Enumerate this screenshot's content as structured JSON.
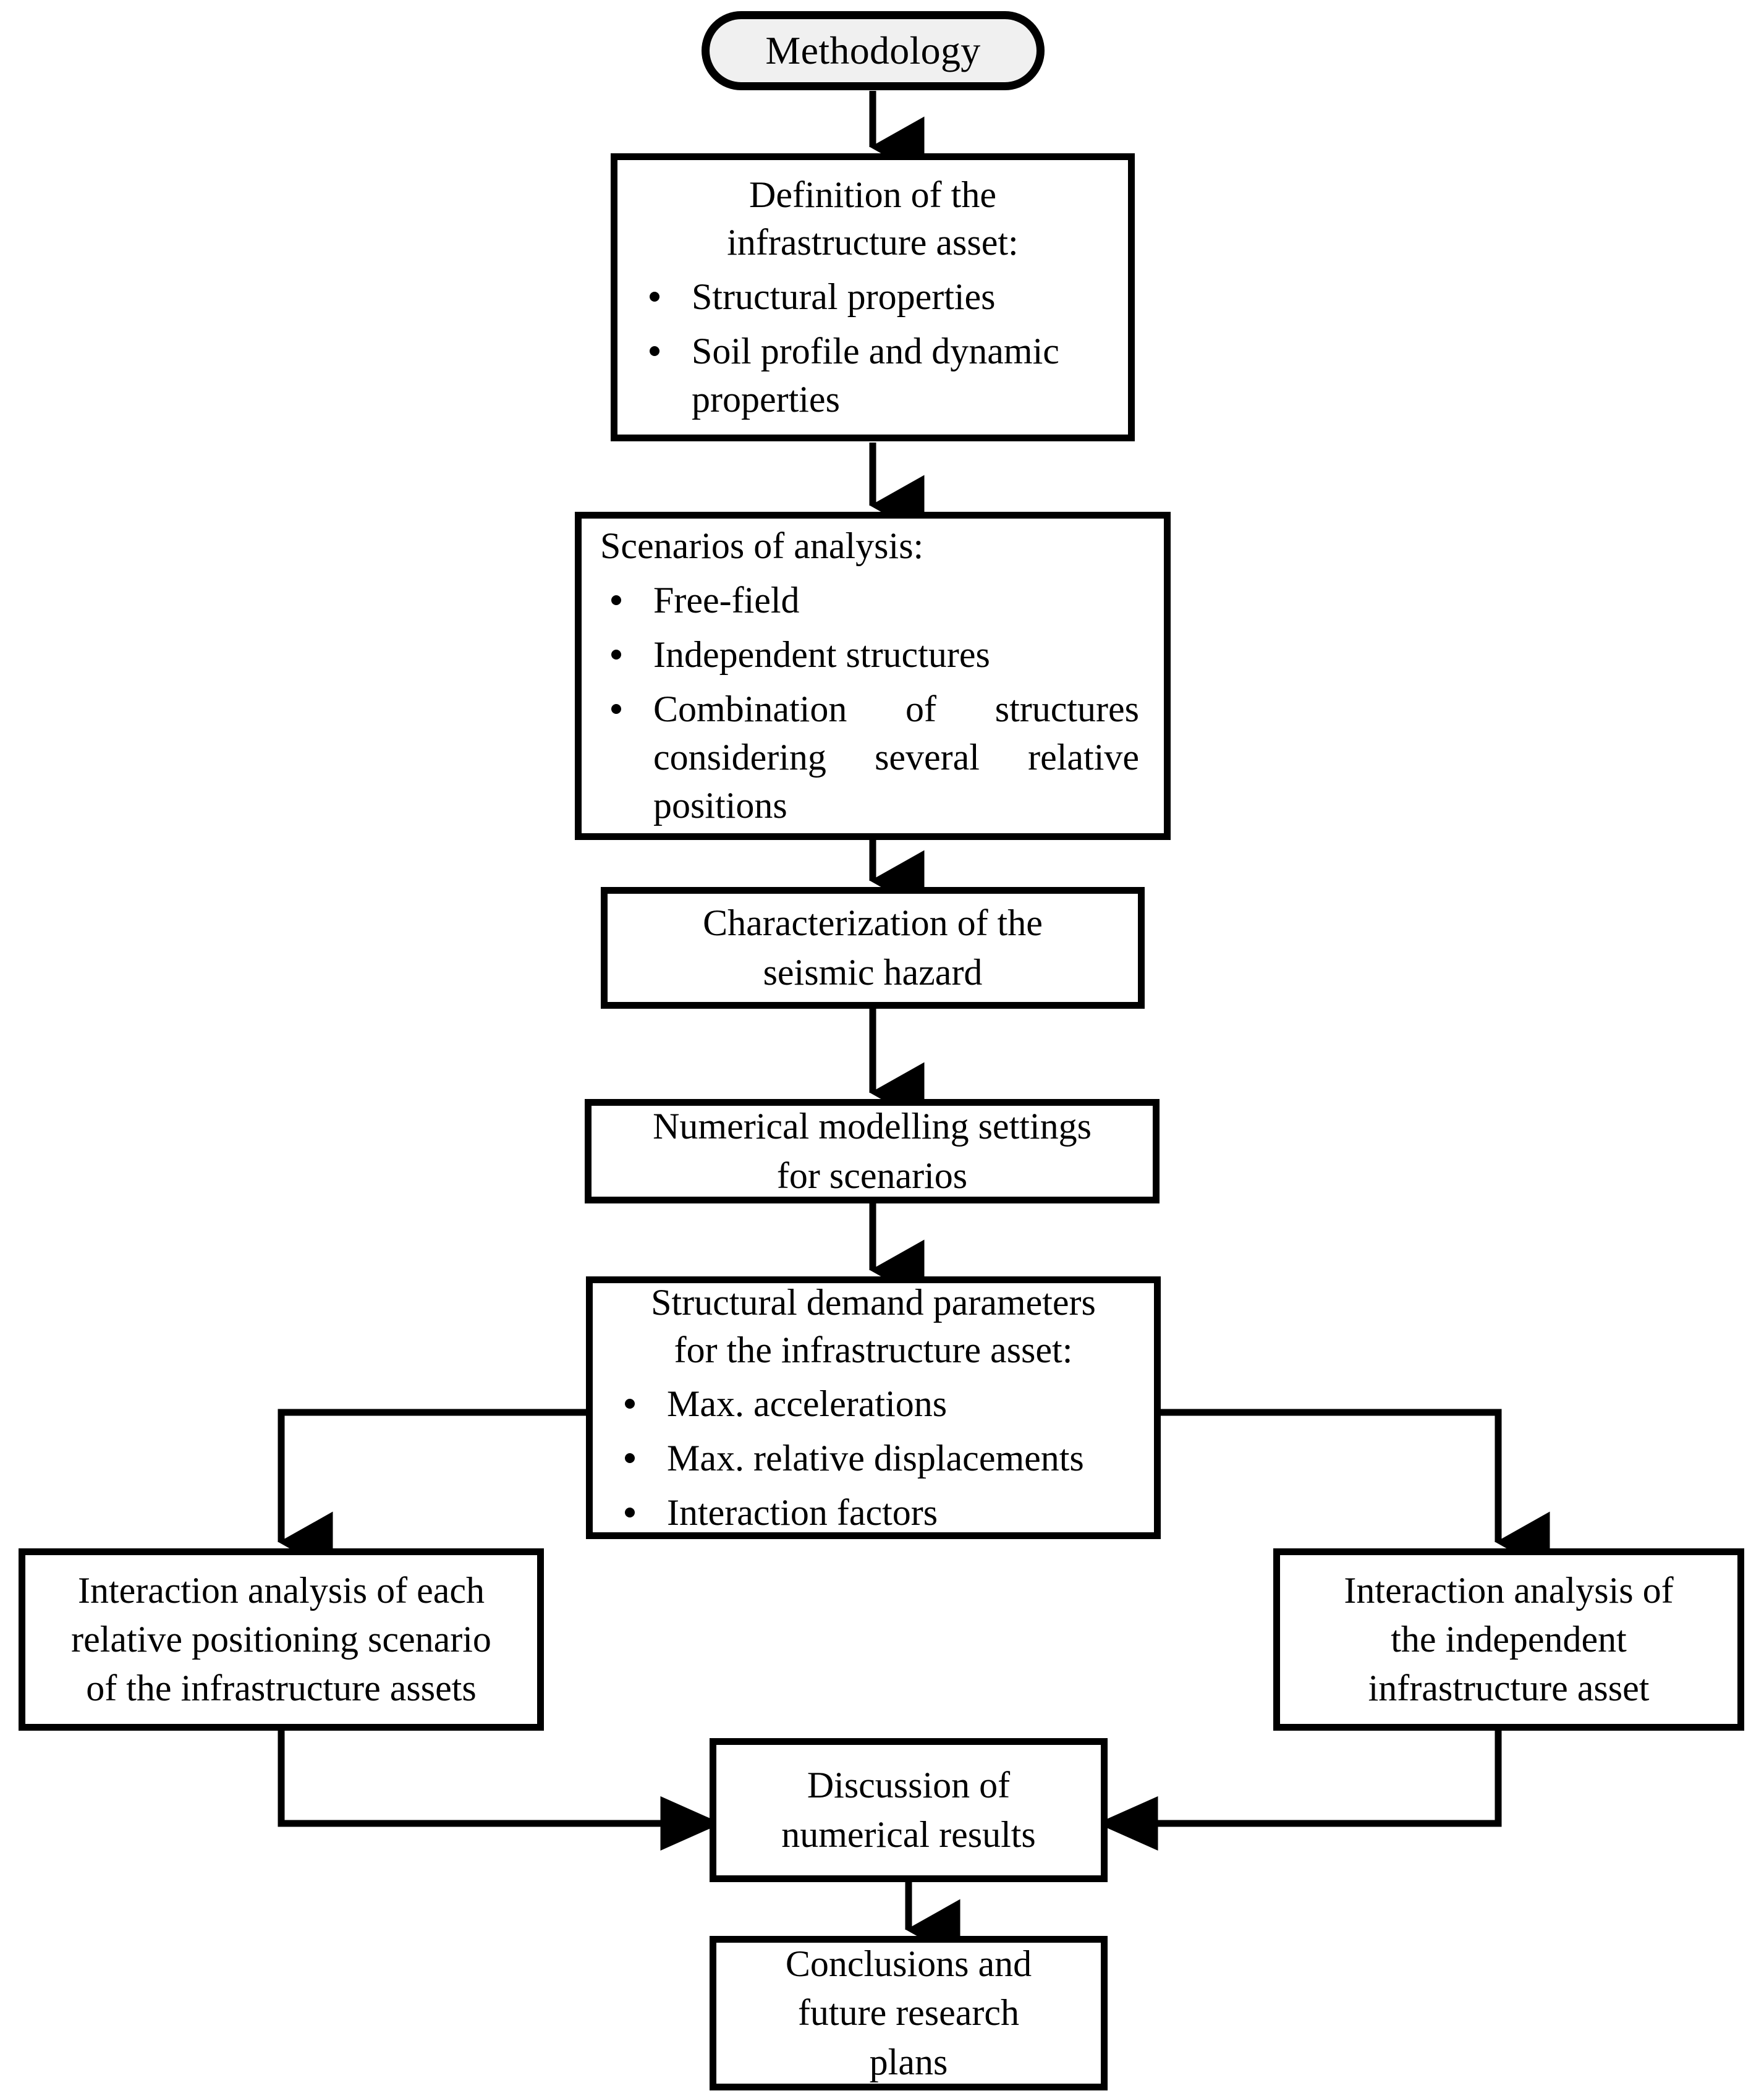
{
  "diagram": {
    "title": "Methodology",
    "nodes": {
      "start": {
        "label": "Methodology",
        "shape": "rounded-pill"
      },
      "definition": {
        "heading_line1": "Definition of the",
        "heading_line2": "infrastructure asset:",
        "bullets": [
          "Structural properties",
          "Soil profile and dynamic properties"
        ]
      },
      "scenarios": {
        "heading": "Scenarios of analysis:",
        "bullets": [
          "Free-field",
          "Independent structures",
          "Combination of structures considering several relative positions"
        ]
      },
      "hazard": {
        "line1": "Characterization of the",
        "line2": "seismic hazard"
      },
      "modelling": {
        "line1": "Numerical modelling settings",
        "line2": "for scenarios"
      },
      "demand": {
        "heading_line1": "Structural demand parameters",
        "heading_line2": "for the infrastructure asset:",
        "bullets": [
          "Max. accelerations",
          "Max. relative displacements",
          "Interaction factors"
        ]
      },
      "interaction_each": {
        "line1": "Interaction analysis of each",
        "line2": "relative positioning scenario",
        "line3": "of the infrastructure assets"
      },
      "interaction_independent": {
        "line1": "Interaction analysis of",
        "line2": "the independent",
        "line3": "infrastructure asset"
      },
      "discussion": {
        "line1": "Discussion of",
        "line2": "numerical results"
      },
      "conclusions": {
        "line1": "Conclusions and",
        "line2": "future research",
        "line3": "plans"
      }
    },
    "edges": [
      {
        "from": "start",
        "to": "definition",
        "type": "vertical-arrow"
      },
      {
        "from": "definition",
        "to": "scenarios",
        "type": "vertical-arrow"
      },
      {
        "from": "scenarios",
        "to": "hazard",
        "type": "vertical-arrow"
      },
      {
        "from": "hazard",
        "to": "modelling",
        "type": "vertical-arrow"
      },
      {
        "from": "modelling",
        "to": "demand",
        "type": "vertical-arrow"
      },
      {
        "from": "demand",
        "to": "interaction_each",
        "type": "elbow-left-down-arrow"
      },
      {
        "from": "demand",
        "to": "interaction_independent",
        "type": "elbow-right-down-arrow"
      },
      {
        "from": "interaction_each",
        "to": "discussion",
        "type": "elbow-down-right-arrow"
      },
      {
        "from": "interaction_independent",
        "to": "discussion",
        "type": "elbow-down-left-arrow"
      },
      {
        "from": "discussion",
        "to": "conclusions",
        "type": "vertical-arrow"
      }
    ],
    "colors": {
      "stroke": "#000000",
      "node_fill": "#ffffff",
      "start_fill": "#f0f0f0",
      "background": "#ffffff"
    }
  }
}
